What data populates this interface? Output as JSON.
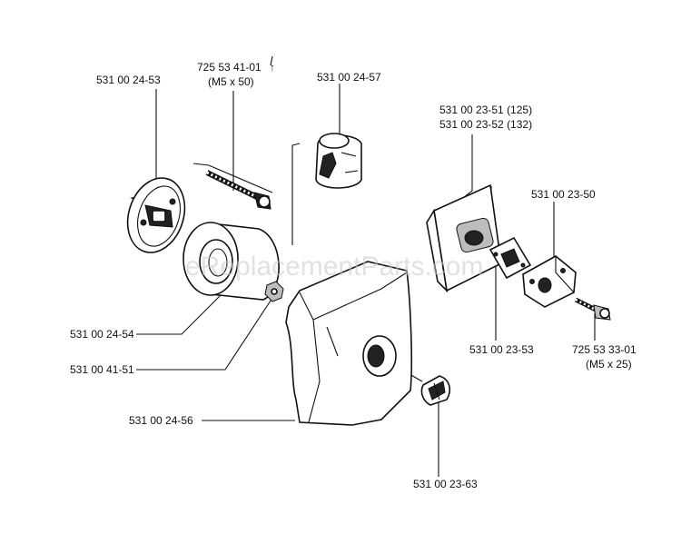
{
  "watermark": "eReplacementParts.com",
  "labels": {
    "p_531002453": "531 00 24-53",
    "p_725534101": "725 53 41-01",
    "p_725534101_size": "(M5 x 50)",
    "p_531002457": "531 00 24-57",
    "p_531002351": "531 00 23-51 (125)",
    "p_531002352": "531 00 23-52 (132)",
    "p_531002350": "531 00 23-50",
    "p_531002454": "531 00 24-54",
    "p_531004151": "531 00 41-51",
    "p_531002456": "531 00 24-56",
    "p_531002353": "531 00 23-53",
    "p_725533301": "725 53 33-01",
    "p_725533301_size": "(M5 x 25)",
    "p_531002363": "531 00 23-63"
  }
}
